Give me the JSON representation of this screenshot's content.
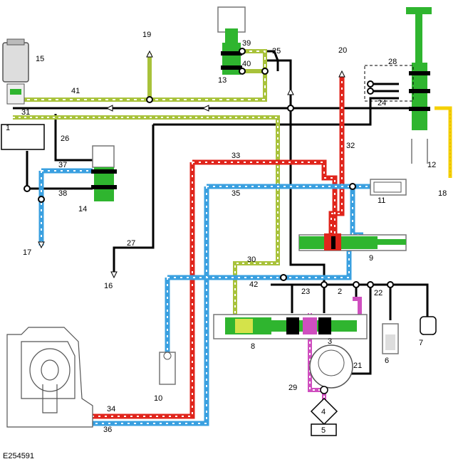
{
  "figure_code": "E254591",
  "colors": {
    "line": "#000000",
    "valve": "#2fb52f",
    "valve_dark": "#1e7e1e",
    "olive": "#a8c23a",
    "red": "#e0251c",
    "blue": "#3aa0e0",
    "pink": "#cf4fbf",
    "yellow": "#f5d000",
    "gray": "#9a9a9a"
  },
  "callouts": [
    {
      "id": "c1",
      "text": "1"
    },
    {
      "id": "c2",
      "text": "2"
    },
    {
      "id": "c3",
      "text": "3"
    },
    {
      "id": "c4",
      "text": "4"
    },
    {
      "id": "c5",
      "text": "5"
    },
    {
      "id": "c6",
      "text": "6"
    },
    {
      "id": "c7",
      "text": "7"
    },
    {
      "id": "c8",
      "text": "8"
    },
    {
      "id": "c9",
      "text": "9"
    },
    {
      "id": "c10",
      "text": "10"
    },
    {
      "id": "c11",
      "text": "11"
    },
    {
      "id": "c12",
      "text": "12"
    },
    {
      "id": "c13",
      "text": "13"
    },
    {
      "id": "c14",
      "text": "14"
    },
    {
      "id": "c15",
      "text": "15"
    },
    {
      "id": "c16",
      "text": "16"
    },
    {
      "id": "c17",
      "text": "17"
    },
    {
      "id": "c18",
      "text": "18"
    },
    {
      "id": "c19",
      "text": "19"
    },
    {
      "id": "c20",
      "text": "20"
    },
    {
      "id": "c21",
      "text": "21"
    },
    {
      "id": "c22",
      "text": "22"
    },
    {
      "id": "c23",
      "text": "23"
    },
    {
      "id": "c24",
      "text": "24"
    },
    {
      "id": "c25",
      "text": "25"
    },
    {
      "id": "c26",
      "text": "26"
    },
    {
      "id": "c27",
      "text": "27"
    },
    {
      "id": "c28",
      "text": "28"
    },
    {
      "id": "c29",
      "text": "29"
    },
    {
      "id": "c30",
      "text": "30"
    },
    {
      "id": "c31",
      "text": "31"
    },
    {
      "id": "c32",
      "text": "32"
    },
    {
      "id": "c33",
      "text": "33"
    },
    {
      "id": "c34",
      "text": "34"
    },
    {
      "id": "c35",
      "text": "35"
    },
    {
      "id": "c36",
      "text": "36"
    },
    {
      "id": "c37",
      "text": "37"
    },
    {
      "id": "c38",
      "text": "38"
    },
    {
      "id": "c39",
      "text": "39"
    },
    {
      "id": "c40",
      "text": "40"
    },
    {
      "id": "c41",
      "text": "41"
    },
    {
      "id": "c42",
      "text": "42"
    }
  ]
}
